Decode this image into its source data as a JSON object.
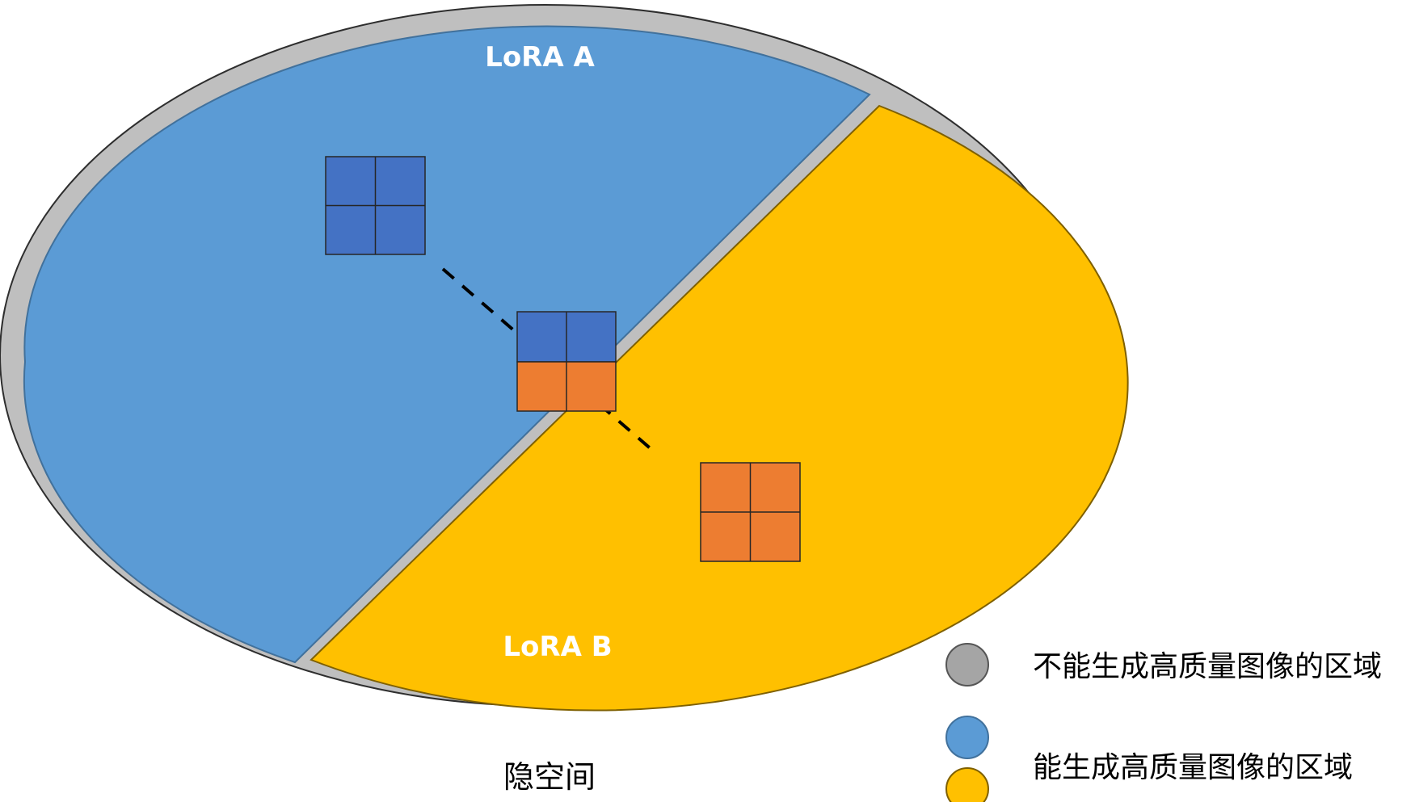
{
  "diagram": {
    "region_a_label": "LoRA A",
    "region_b_label": "LoRA B",
    "space_caption": "隐空间"
  },
  "legend": {
    "items": [
      {
        "color": "#A5A5A5",
        "label": "不能生成高质量图像的区域"
      },
      {
        "color": "#5B9BD5",
        "label": ""
      },
      {
        "color": "#FFC000",
        "label": "能生成高质量图像的区域"
      }
    ]
  },
  "colors": {
    "outer_ring": "#BFBFBF",
    "region_a": "#5B9BD5",
    "region_b": "#FFC000",
    "matrix_a": "#4472C4",
    "matrix_b": "#ED7D31"
  }
}
